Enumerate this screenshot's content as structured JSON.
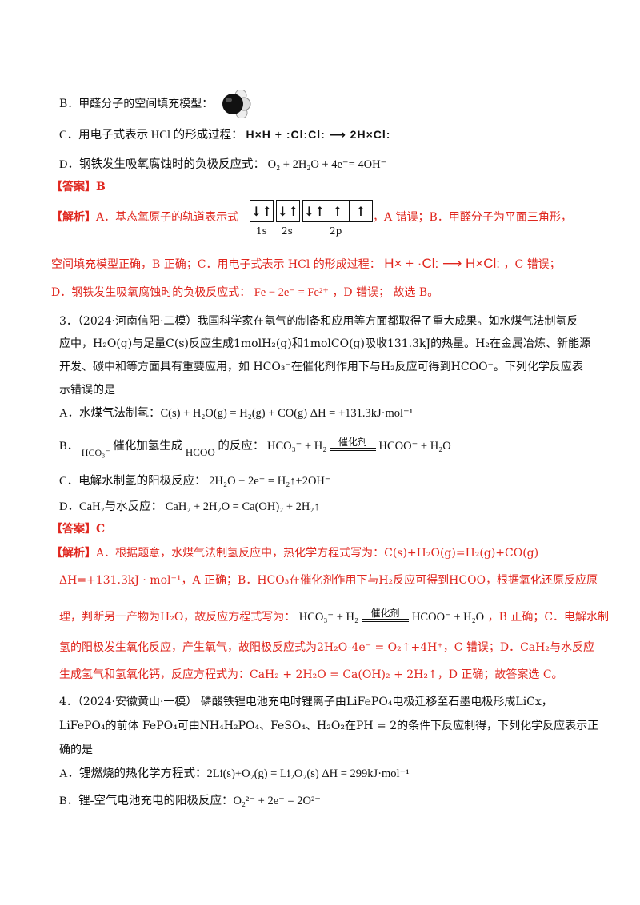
{
  "optB": {
    "label": "B．甲醛分子的空间填充模型：",
    "model": "formaldehyde space-filling model"
  },
  "optC": {
    "label": "C．用电子式表示 HCl 的形成过程：",
    "formula": "H×H + :Cl:Cl: ⟶ 2H×Cl:"
  },
  "optD": {
    "label": "D．钢铁发生吸氧腐蚀时的负极反应式：",
    "formula": "O₂ + 2H₂O + 4e⁻= 4OH⁻"
  },
  "ans1": {
    "tag": "【答案】",
    "value": "B"
  },
  "exp1": {
    "tag": "【解析】",
    "l1a": "A．基态氧原子的轨道表示式",
    "orbital_labels": [
      "1s",
      "2s",
      "2p"
    ],
    "orbital_boxes": [
      "↓↑",
      "↓↑",
      "↓↑",
      "↑",
      "↑"
    ],
    "l1b": "，A 错误；B．甲醛分子为平面三角形，",
    "l2a": "空间填充模型正确，B 正确；C．用电子式表示 HCl 的形成过程：",
    "l2f": "H× + ·Cl: ⟶ H×Cl:",
    "l2b": "，C 错误；",
    "l3a": "D．钢铁发生吸氧腐蚀时的负极反应式：",
    "l3f": "Fe − 2e⁻ = Fe²⁺",
    "l3b": "，D 错误； 故选 B。"
  },
  "q3": {
    "l1": "3．（2024·河南信阳·二模）我国科学家在氢气的制备和应用等方面都取得了重大成果。如水煤气法制氢反",
    "l2": "应中，H₂O(g)与足量C(s)反应生成1molH₂(g)和1molCO(g)吸收131.3kJ的热量。H₂在金属冶炼、新能源",
    "l3": "开发、碳中和等方面具有重要应用，如 HCO₃⁻在催化剂作用下与H₂反应可得到HCOO⁻。下列化学反应表",
    "l4": "示错误的是",
    "A": "A．水煤气法制氢：C(s) + H₂O(g) = H₂(g) + CO(g)    ΔH = +131.3kJ·mol⁻¹",
    "B_pre": "B．",
    "B_hco3": "HCO₃⁻",
    "B_mid": "催化加氢生成",
    "B_hcoo": "HCOO",
    "B_post": "的反应：",
    "B_f1": "HCO₃⁻ + H₂",
    "B_cat": "催化剂",
    "B_f2": "HCOO⁻ + H₂O",
    "C": "C．电解水制氢的阳极反应：",
    "C_f": "2H₂O − 2e⁻ = H₂↑+2OH⁻",
    "D": "D．CaH₂与水反应：",
    "D_f": "CaH₂ + 2H₂O = Ca(OH)₂ + 2H₂↑"
  },
  "ans2": {
    "tag": "【答案】",
    "value": "C"
  },
  "exp2": {
    "tag": "【解析】",
    "l1": "A．根据题意，水煤气法制氢反应中，热化学方程式写为：C(s)+H₂O(g)=H₂(g)+CO(g)",
    "l2": "ΔH=+131.3kJ · mol⁻¹，A 正确；B．HCO₃在催化剂作用下与H₂反应可得到HCOO，根据氧化还原反应原",
    "l3a": "理，判断另一产物为H₂O，故反应方程式写为：",
    "l3f1": "HCO₃⁻ + H₂",
    "l3cat": "催化剂",
    "l3f2": "HCOO⁻ + H₂O",
    "l3b": "，B 正确；C．电解水制",
    "l4": "氢的阳极发生氧化反应，产生氧气，故阳极反应式为2H₂O-4e⁻ = O₂↑+4H⁺，C 错误；D．CaH₂与水反应",
    "l5": "生成氢气和氢氧化钙，反应方程式为：CaH₂ + 2H₂O = Ca(OH)₂ + 2H₂↑，D 正确；故答案选 C。"
  },
  "q4": {
    "l1": "4．（2024·安徽黄山·一模）  磷酸铁锂电池充电时锂离子由LiFePO₄电极迁移至石墨电极形成LiCx，",
    "l2": "LiFePO₄的前体 FePO₄可由NH₄H₂PO₄、FeSO₄、H₂O₂在PH = 2的条件下反应制得，下列化学反应表示正",
    "l3": "确的是",
    "A": "A．锂燃烧的热化学方程式：2Li(s)+O₂(g) = Li₂O₂(s)   ΔH = 299kJ·mol⁻¹",
    "B": "B．锂-空气电池充电的阳极反应：O₂²⁻ + 2e⁻ = 2O²⁻"
  }
}
